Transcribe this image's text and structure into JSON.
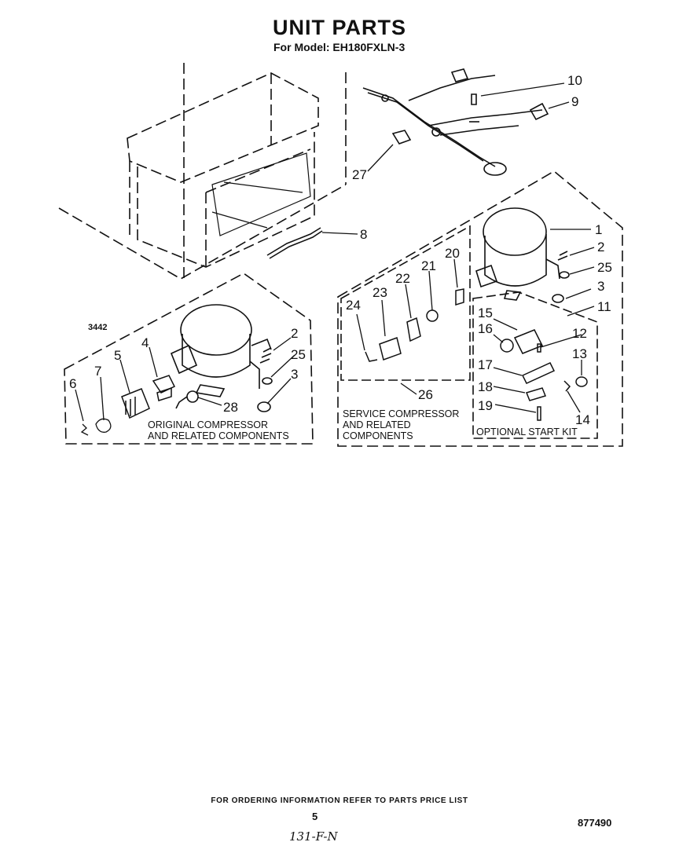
{
  "title": "UNIT PARTS",
  "model": "For Model: EH180FXLN-3",
  "figure_number": "3442",
  "callouts": {
    "c1": "1",
    "c2": "2",
    "c3": "3",
    "c4": "4",
    "c5": "5",
    "c6": "6",
    "c7": "7",
    "c8": "8",
    "c9": "9",
    "c10": "10",
    "c11": "11",
    "c12": "12",
    "c13": "13",
    "c14": "14",
    "c15": "15",
    "c16": "16",
    "c17": "17",
    "c18": "18",
    "c19": "19",
    "c20": "20",
    "c21": "21",
    "c22": "22",
    "c23": "23",
    "c24": "24",
    "c25": "25",
    "c26": "26",
    "c27": "27",
    "c28": "28"
  },
  "captions": {
    "original_line1": "ORIGINAL COMPRESSOR",
    "original_line2": "AND RELATED COMPONENTS",
    "service_line1": "SERVICE COMPRESSOR",
    "service_line2": "AND RELATED",
    "service_line3": "COMPONENTS",
    "start_kit": "OPTIONAL START KIT"
  },
  "footer": {
    "ordering": "FOR ORDERING INFORMATION REFER TO PARTS PRICE LIST",
    "page": "5",
    "part_code": "877490",
    "handwritten": "131-F-N"
  }
}
